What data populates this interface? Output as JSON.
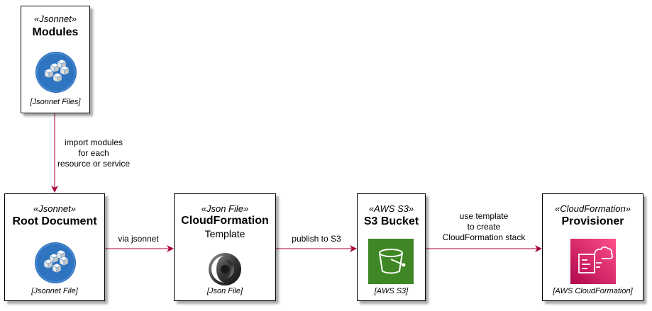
{
  "nodes": {
    "modules": {
      "stereotype": "«Jsonnet»",
      "title": "Modules",
      "technology": "[Jsonnet Files]",
      "icon": "jsonnet-icon"
    },
    "root_document": {
      "stereotype": "«Jsonnet»",
      "title": "Root Document",
      "technology": "[Jsonnet File]",
      "icon": "jsonnet-icon"
    },
    "cloudformation_template": {
      "stereotype": "«Json File»",
      "title": "CloudFormation",
      "subtitle": "Template",
      "technology": "[Json File]",
      "icon": "json-icon"
    },
    "s3_bucket": {
      "stereotype": "«AWS S3»",
      "title": "S3 Bucket",
      "technology": "[AWS S3]",
      "icon": "s3-bucket-icon"
    },
    "provisioner": {
      "stereotype": "«CloudFormation»",
      "title": "Provisioner",
      "technology": "[AWS CloudFormation]",
      "icon": "cloudformation-icon"
    }
  },
  "edges": {
    "modules_to_root": [
      "import modules",
      "for each",
      "resource or service"
    ],
    "root_to_template": [
      "via jsonnet"
    ],
    "template_to_s3": [
      "publish to S3"
    ],
    "s3_to_provisioner": [
      "use template",
      "to create",
      "CloudFormation stack"
    ]
  },
  "colors": {
    "edge": "#a80036",
    "jsonnet_blue": "#2f74c0",
    "s3_green": "#3f8624",
    "cloudformation_pink": "#e7157b"
  }
}
